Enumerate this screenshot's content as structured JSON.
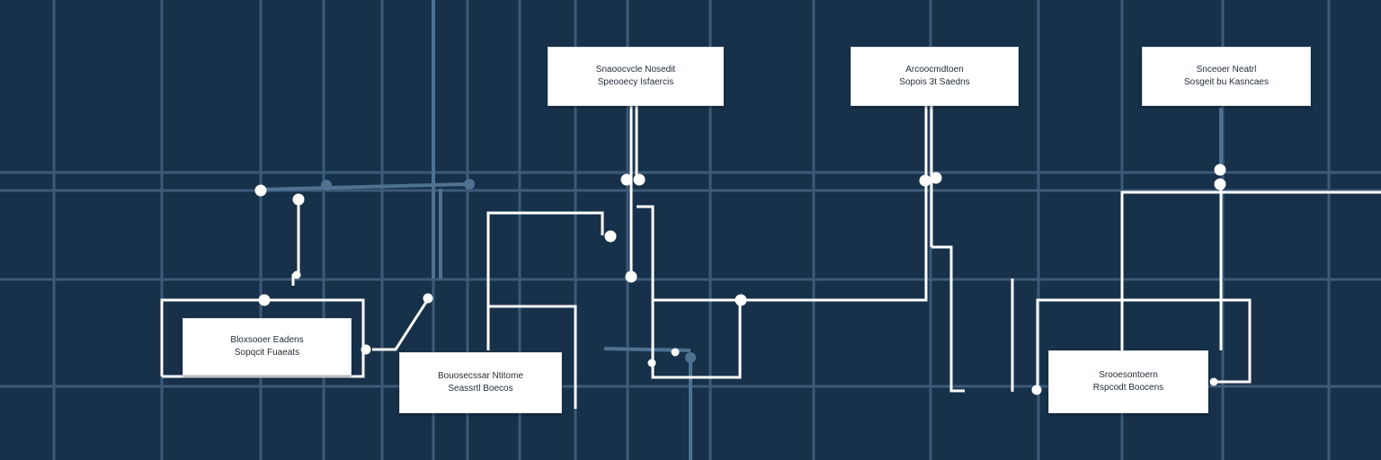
{
  "colors": {
    "background": "#17314a",
    "grid_line": "#3d5a78",
    "connector": "#ffffff",
    "node_fill": "#ffffff",
    "node_text": "#1f2a36"
  },
  "nodes": {
    "top_left": {
      "line1": "Snaoocvcle Nosedit",
      "line2": "Speooecy Isfaercis"
    },
    "top_center": {
      "line1": "Arcoocmdtoen",
      "line2": "Sopois 3t Saedns"
    },
    "top_right": {
      "line1": "Snceoer Neatrl",
      "line2": "Sosgeit bu Kasncaes"
    },
    "bottom_left": {
      "line1": "Bloxsooer Eadens",
      "line2": "Sopqcit Fuaeats"
    },
    "bottom_center": {
      "line1": "Bouosecssar Ntitome",
      "line2": "Seassrtl Boecos"
    },
    "bottom_right": {
      "line1": "Srooesontoern",
      "line2": "Rspcodt Boocens"
    }
  }
}
